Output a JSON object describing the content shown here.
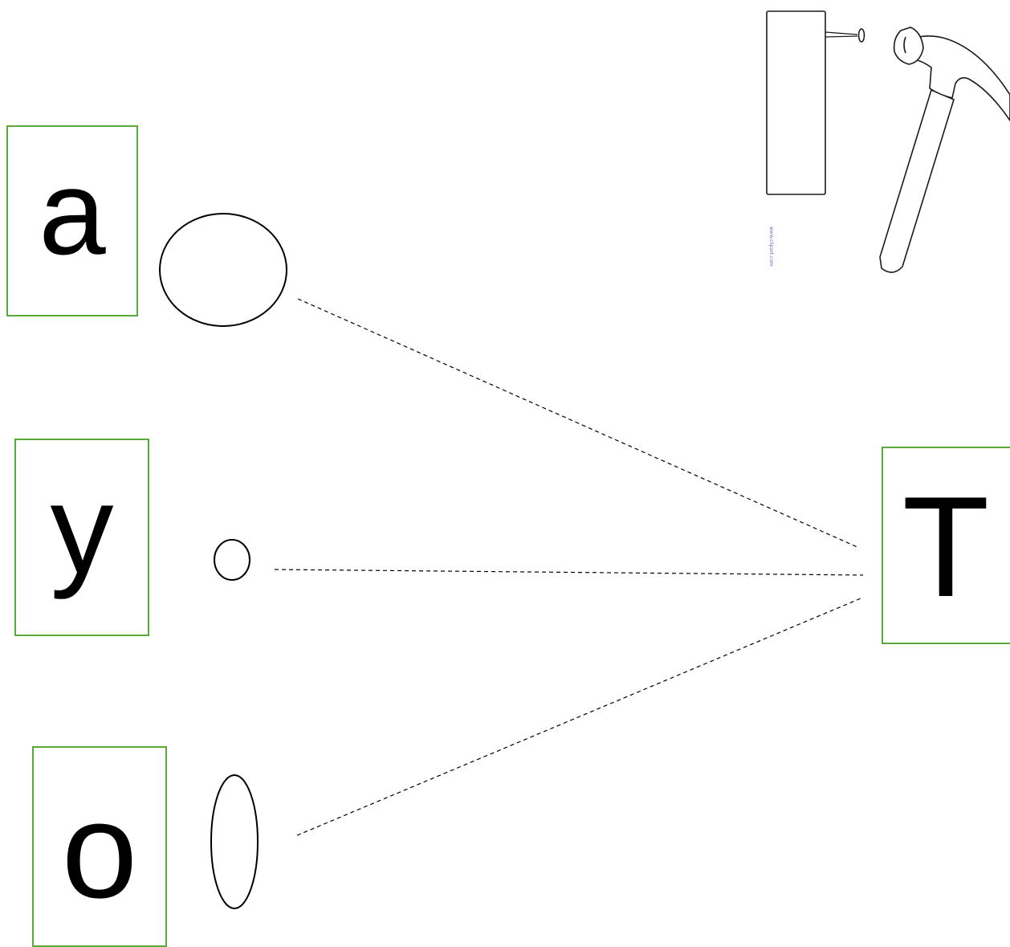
{
  "letters": {
    "a": "a",
    "y": "y",
    "o": "o",
    "t": "T"
  },
  "watermark": "www.clipart.com",
  "colors": {
    "card_border": "#5aaa3a",
    "ink": "#000000",
    "watermark": "#6b6bd0"
  },
  "icons": {
    "illustration": "hammer-and-nail-icon"
  }
}
